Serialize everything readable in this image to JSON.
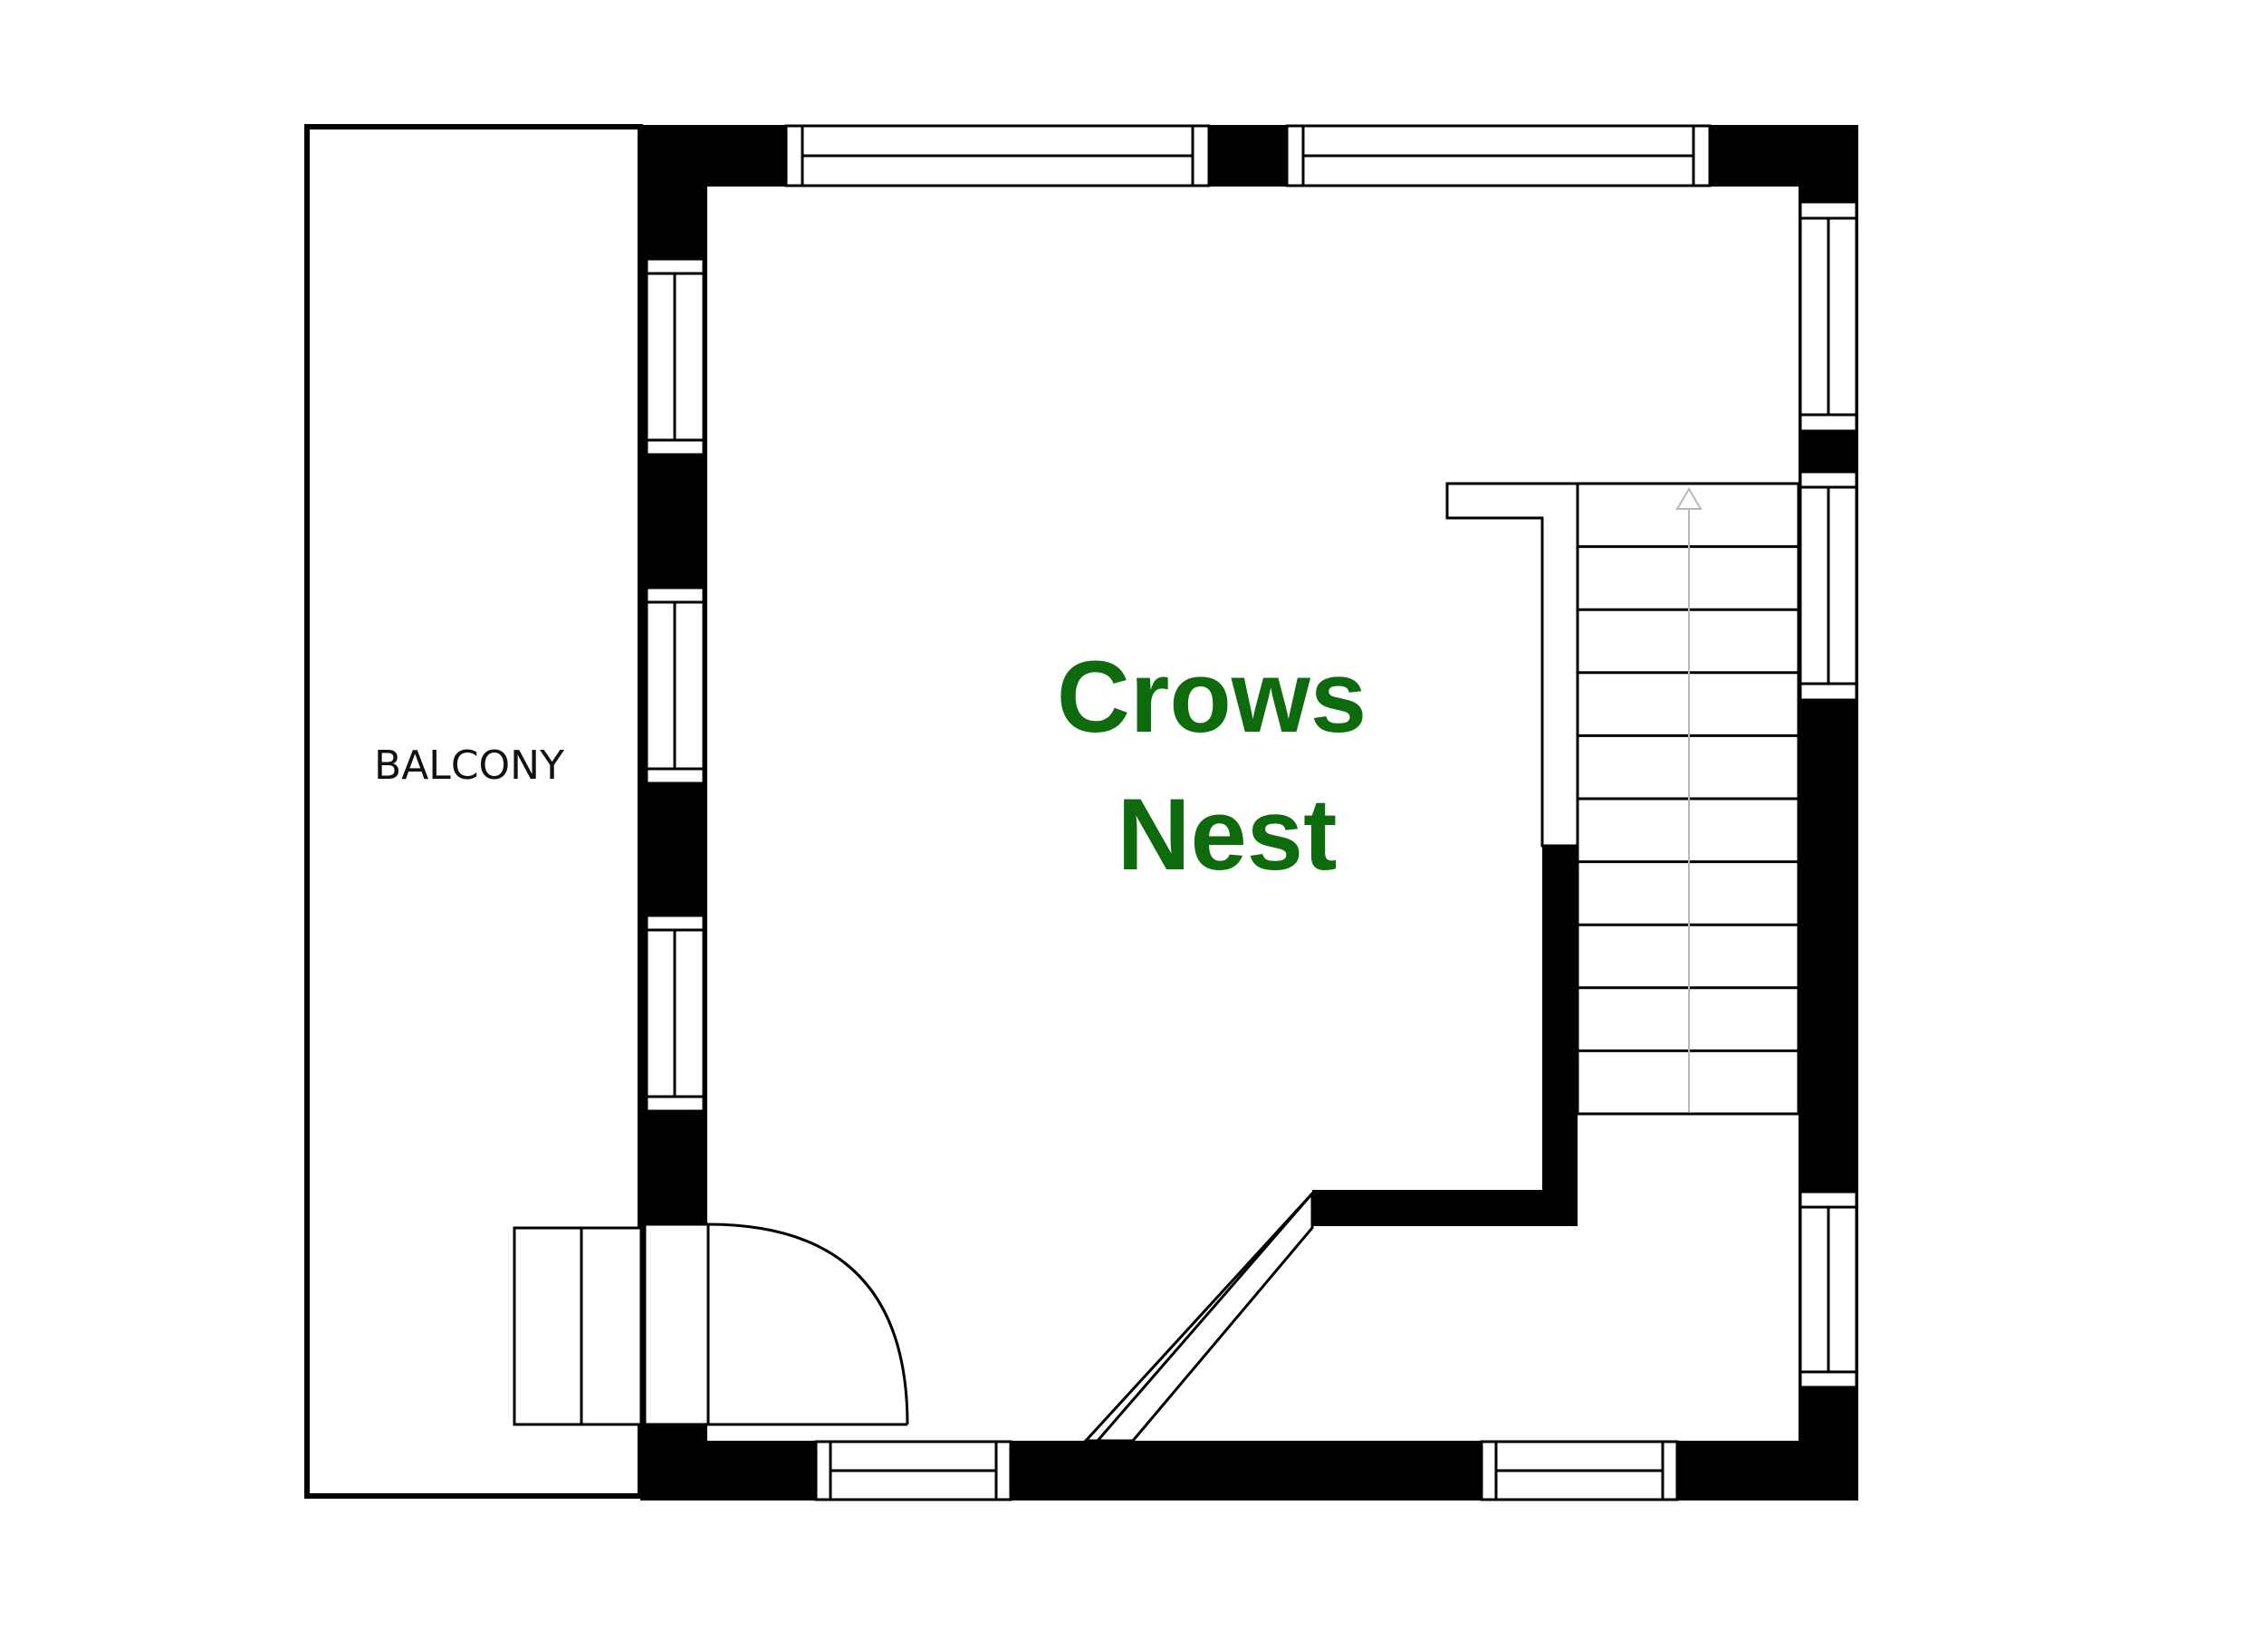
{
  "rooms": {
    "main": {
      "name_line1": "Crows",
      "name_line2": "Nest",
      "label_color": "#0d6b0d"
    },
    "balcony": {
      "name": "BALCONY",
      "label_color": "#111111"
    }
  },
  "colors": {
    "wall": "#000000",
    "background": "#ffffff",
    "stair_arrow": "#b8b8b8"
  },
  "stairs": {
    "direction": "up",
    "tread_count": 10
  }
}
